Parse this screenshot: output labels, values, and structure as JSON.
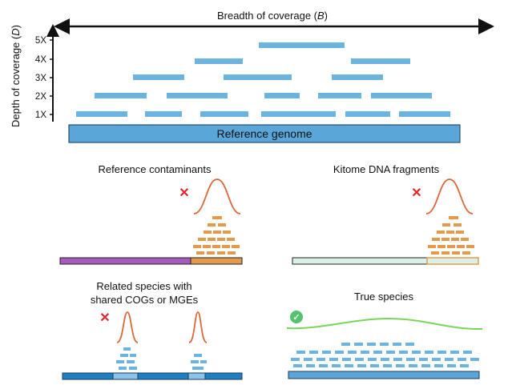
{
  "top": {
    "breadth_label": "Breadth of coverage (",
    "breadth_symbol": "B",
    "breadth_close": ")",
    "depth_label": "Depth of coverage (",
    "depth_symbol": "D",
    "depth_close": ")",
    "depth_ticks": [
      "1X",
      "2X",
      "3X",
      "4X",
      "5X"
    ],
    "reference_label": "Reference genome"
  },
  "panels": {
    "contaminants": {
      "title": "Reference contaminants",
      "mark": "✕"
    },
    "kitome": {
      "title": "Kitome DNA fragments",
      "mark": "✕"
    },
    "related": {
      "title_line1": "Related species with",
      "title_line2": "shared COGs or MGEs",
      "mark": "✕"
    },
    "true_species": {
      "title": "True species",
      "mark": "✓"
    }
  },
  "colors": {
    "read_blue": "#6cb4e0",
    "genome_blue": "#5aa6d8",
    "genome_border": "#2a4f6c",
    "read_orange": "#e39a4a",
    "curve_orange": "#d9693b",
    "purple": "#a75bbf",
    "mint": "#d9f1e6",
    "dark_blue": "#1e7fc2",
    "cross_red": "#e3262d",
    "check_green": "#52c36e",
    "curve_green": "#79d65b"
  },
  "icons": {
    "breadth_arrow": "double-headed-arrow-icon",
    "depth_arrow": "up-arrow-icon",
    "cross": "red-cross-icon",
    "check": "green-check-icon"
  }
}
